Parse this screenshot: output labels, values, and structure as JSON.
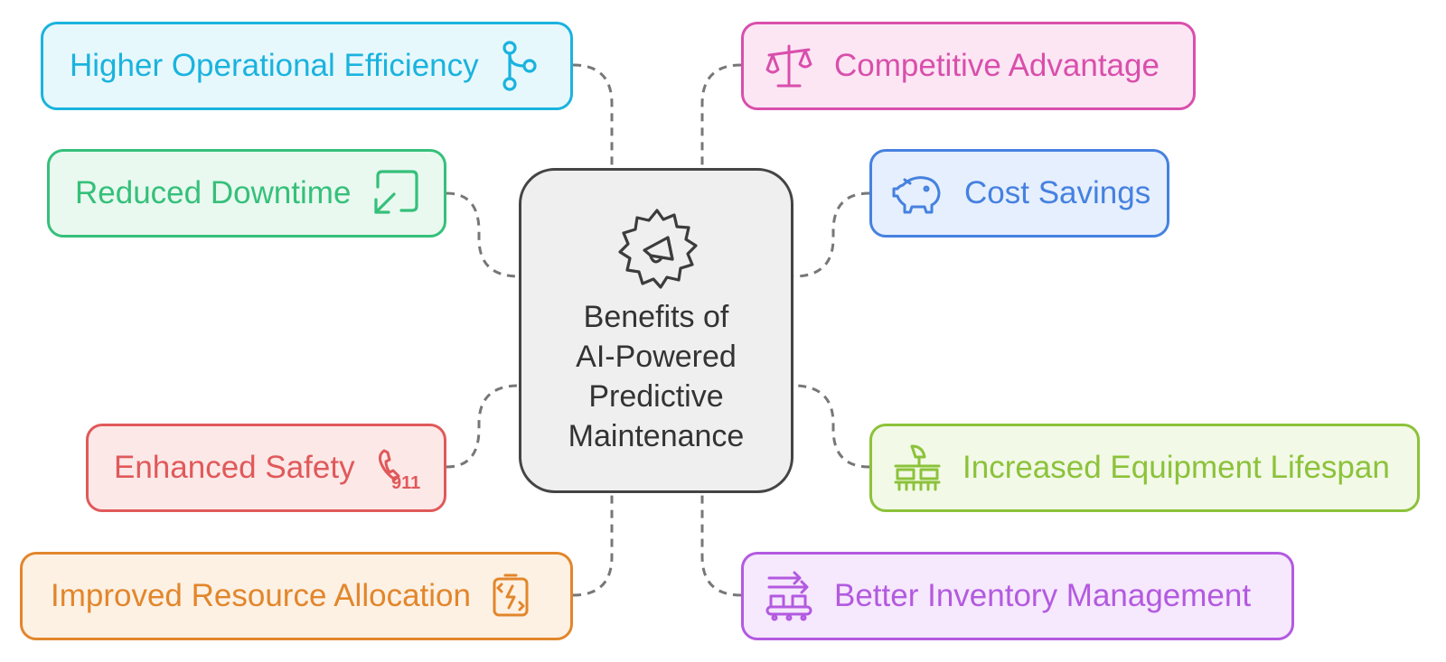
{
  "center": {
    "title_lines": [
      "Benefits of",
      "AI-Powered",
      "Predictive",
      "Maintenance"
    ],
    "icon": "gear-megaphone-icon"
  },
  "benefits": [
    {
      "label": "Higher Operational Efficiency",
      "icon": "branch-icon",
      "color": "#1ab3de",
      "bg": "#e7f8fd"
    },
    {
      "label": "Reduced Downtime",
      "icon": "shrink-arrow-icon",
      "color": "#35c07a",
      "bg": "#e9f9f0"
    },
    {
      "label": "Enhanced Safety",
      "icon": "emergency-phone-icon",
      "color": "#e0595a",
      "bg": "#fde8e8"
    },
    {
      "label": "Improved Resource Allocation",
      "icon": "battery-exchange-icon",
      "color": "#e2862b",
      "bg": "#fdf1e4"
    },
    {
      "label": "Competitive Advantage",
      "icon": "balance-scale-icon",
      "color": "#d94fac",
      "bg": "#fce6f4"
    },
    {
      "label": "Cost Savings",
      "icon": "piggy-bank-icon",
      "color": "#4581e0",
      "bg": "#e6effd"
    },
    {
      "label": "Increased Equipment Lifespan",
      "icon": "machinery-icon",
      "color": "#8cc23a",
      "bg": "#f2f9e7"
    },
    {
      "label": "Better Inventory Management",
      "icon": "conveyor-icon",
      "color": "#b35ae0",
      "bg": "#f6e8fd"
    }
  ]
}
